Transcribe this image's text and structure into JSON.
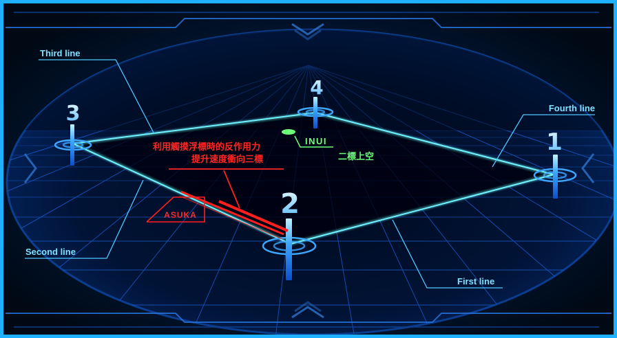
{
  "labels": {
    "first_line": "First line",
    "second_line": "Second line",
    "third_line": "Third line",
    "fourth_line": "Fourth line"
  },
  "markers": {
    "m1": "1",
    "m2": "2",
    "m3": "3",
    "m4": "4"
  },
  "annotations": {
    "red_line1": "利用觸摸浮標時的反作用力",
    "red_line2": "提升速度衝向三標",
    "asuka": "ASUKA",
    "inui": "INUI",
    "green_note": "二標上空"
  },
  "colors": {
    "background": "#00122e",
    "frame": "#1fb0ff",
    "grid": "#1c5fd6",
    "course_line": "#6ff2ff",
    "callout_line": "#4fc8ff",
    "label_text": "#7fe0ff",
    "red_text": "#ff2626",
    "green_text": "#6dff7a"
  }
}
